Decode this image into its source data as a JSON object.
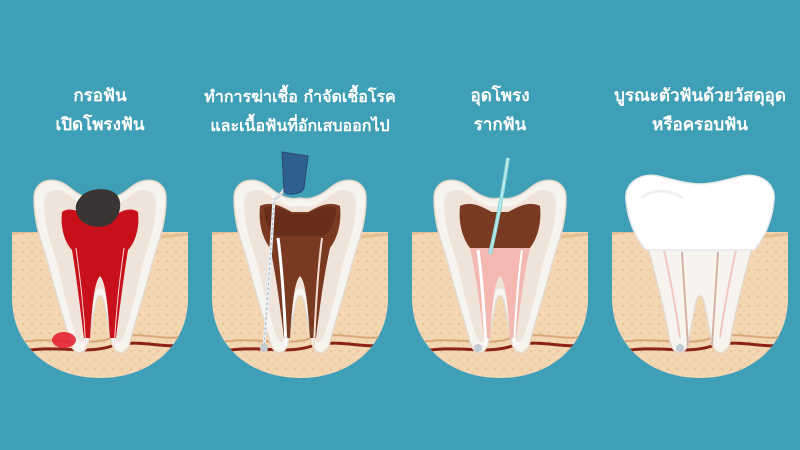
{
  "steps": [
    {
      "id": "step-1",
      "caption": [
        "กรอฟัน",
        "เปิดโพรงฟัน"
      ]
    },
    {
      "id": "step-2",
      "caption": [
        "ทำการฆ่าเชื้อ กำจัดเชื้อโรค",
        "และเนื้อฟันที่อักเสบออกไป"
      ]
    },
    {
      "id": "step-3",
      "caption": [
        "อุดโพรง",
        "รากฟัน"
      ]
    },
    {
      "id": "step-4",
      "caption": [
        "บูรณะตัวฟันด้วยวัสดุอุด",
        "หรือครอบฟัน"
      ]
    }
  ],
  "colors": {
    "background": "#3f9fb7",
    "gum": "#f3d6b2",
    "gum_stroke": "#e6c29a",
    "bone_dots": "#e7c8a3",
    "enamel": "#f7f4ef",
    "dentin": "#f0e6df",
    "infected_pulp": "#c8101b",
    "cavity": "#3a3535",
    "cleaned_chamber": "#7a3a22",
    "file_handle": "#2f5f8e",
    "filling_cone": "#8ad6d8",
    "crown": "#ffffff",
    "nerve": "#8b2316"
  }
}
